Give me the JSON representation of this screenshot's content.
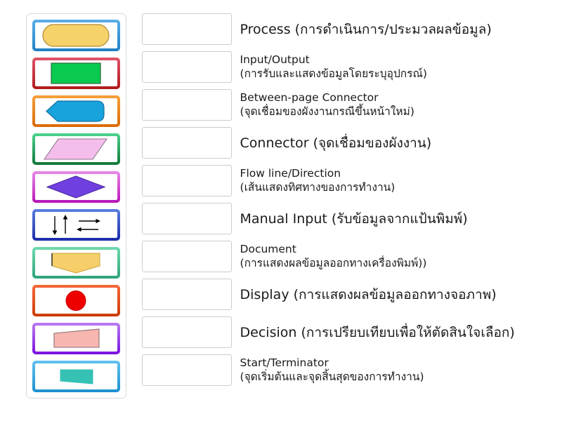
{
  "worksheet": {
    "title": "Flowchart Symbols Matching Worksheet",
    "answer_placeholder": "",
    "rows": [
      {
        "id": "process",
        "shape": "rounded-rectangle",
        "shape_label": "rounded-rectangle-shape",
        "card_border_top": "#5aaee8",
        "card_border_bottom": "#1f7fc4",
        "shape_fill": "#f6d26a",
        "shape_stroke": "#b08a33",
        "answer_value": "",
        "label_en": "Process",
        "label_th": "(การดำเนินการ/ประมวลผลข้อมูล)",
        "label_single_line": "Process (การดำเนินการ/ประมวลผลข้อมูล)",
        "two_line": false
      },
      {
        "id": "input-output",
        "shape": "rectangle",
        "shape_label": "rectangle-shape",
        "card_border_top": "#e0556b",
        "card_border_bottom": "#b01a1a",
        "shape_fill": "#09c94f",
        "shape_stroke": "#2b6b3a",
        "answer_value": "",
        "label_en": "Input/Output",
        "label_th": "(การรับและแสดงข้อมูลโดยระบุอุปกรณ์)",
        "label_single_line": "Input/Output (การรับและแสดงข้อมูลโดยระบุอุปกรณ์)",
        "two_line": true
      },
      {
        "id": "between-page-connector",
        "shape": "left-arrow-hexagon",
        "shape_label": "left-pointing-hexagon-shape",
        "card_border_top": "#f7a13c",
        "card_border_bottom": "#d96a06",
        "shape_fill": "#19a3dd",
        "shape_stroke": "#1272a0",
        "answer_value": "",
        "label_en": "Between-page Connector",
        "label_th": "(จุดเชื่อมของผังงานกรณีขึ้นหน้าใหม่)",
        "label_single_line": "Between-page Connector (จุดเชื่อมของผังงานกรณีขึ้นหน้าใหม่)",
        "two_line": true
      },
      {
        "id": "connector",
        "shape": "parallelogram",
        "shape_label": "parallelogram-shape",
        "card_border_top": "#4ad48c",
        "card_border_bottom": "#13773a",
        "shape_fill": "#f5bdec",
        "shape_stroke": "#8a7a8a",
        "answer_value": "",
        "label_en": "Connector",
        "label_th": "(จุดเชื่อมของผังงาน)",
        "label_single_line": "Connector (จุดเชื่อมของผังงาน)",
        "two_line": false
      },
      {
        "id": "flow-line-direction",
        "shape": "diamond",
        "shape_label": "diamond-shape",
        "card_border_top": "#e88ae8",
        "card_border_bottom": "#b812b8",
        "shape_fill": "#6f3fe0",
        "shape_stroke": "#4a2aa0",
        "answer_value": "",
        "label_en": "Flow line/Direction",
        "label_th": "(เส้นแสดงทิศทางของการทำงาน)",
        "label_single_line": "Flow line/Direction (เส้นแสดงทิศทางของการทำงาน)",
        "two_line": true
      },
      {
        "id": "manual-input",
        "shape": "arrows",
        "shape_label": "four-direction-arrows",
        "card_border_top": "#5a7fe0",
        "card_border_bottom": "#1a2ba8",
        "shape_fill": "#000000",
        "shape_stroke": "#000000",
        "answer_value": "",
        "label_en": "Manual Input",
        "label_th": "(รับข้อมูลจากแป้นพิมพ์)",
        "label_single_line": "Manual Input (รับข้อมูลจากแป้นพิมพ์)",
        "two_line": false
      },
      {
        "id": "document",
        "shape": "chevron-bottom-rectangle",
        "shape_label": "rectangle-with-v-bottom-shape",
        "card_border_top": "#6fd9ae",
        "card_border_bottom": "#2fa37a",
        "shape_fill": "#f6cf6a",
        "shape_stroke": "#c9a33c",
        "answer_value": "",
        "label_en": "Document",
        "label_th": "(การแสดงผลข้อมูลออกทางเครื่องพิมพ์))",
        "label_single_line": "Document (การแสดงผลข้อมูลออกทางเครื่องพิมพ์))",
        "two_line": true
      },
      {
        "id": "display",
        "shape": "circle",
        "shape_label": "circle-shape",
        "card_border_top": "#f4683a",
        "card_border_bottom": "#cc3c08",
        "shape_fill": "#ee0000",
        "shape_stroke": "#cc0000",
        "answer_value": "",
        "label_en": "Display",
        "label_th": "(การแสดงผลข้อมูลออกทางจอภาพ)",
        "label_single_line": "Display (การแสดงผลข้อมูลออกทางจอภาพ)",
        "two_line": false
      },
      {
        "id": "decision",
        "shape": "slanted-quadrilateral",
        "shape_label": "slanted-top-quadrilateral-shape",
        "card_border_top": "#b97bf0",
        "card_border_bottom": "#7a10e0",
        "shape_fill": "#f8b6b0",
        "shape_stroke": "#8a7077",
        "answer_value": "",
        "label_en": "Decision",
        "label_th": "(การเปรียบเทียบเพื่อให้ตัดสินใจเลือก)",
        "label_single_line": "Decision (การเปรียบเทียบเพื่อให้ตัดสินใจเลือก)",
        "two_line": false
      },
      {
        "id": "start-terminator",
        "shape": "irregular-quadrilateral",
        "shape_label": "irregular-quadrilateral-shape",
        "card_border_top": "#63c3ef",
        "card_border_bottom": "#1c8fd0",
        "shape_fill": "#35c2b5",
        "shape_stroke": "#35c2b5",
        "answer_value": "",
        "label_en": "Start/Terminator",
        "label_th": "(จุดเริ่มต้นและจุดสิ้นสุดของการทำงาน)",
        "label_single_line": "Start/Terminator (จุดเริ่มต้นและจุดสิ้นสุดของการทำงาน)",
        "two_line": true
      }
    ]
  }
}
